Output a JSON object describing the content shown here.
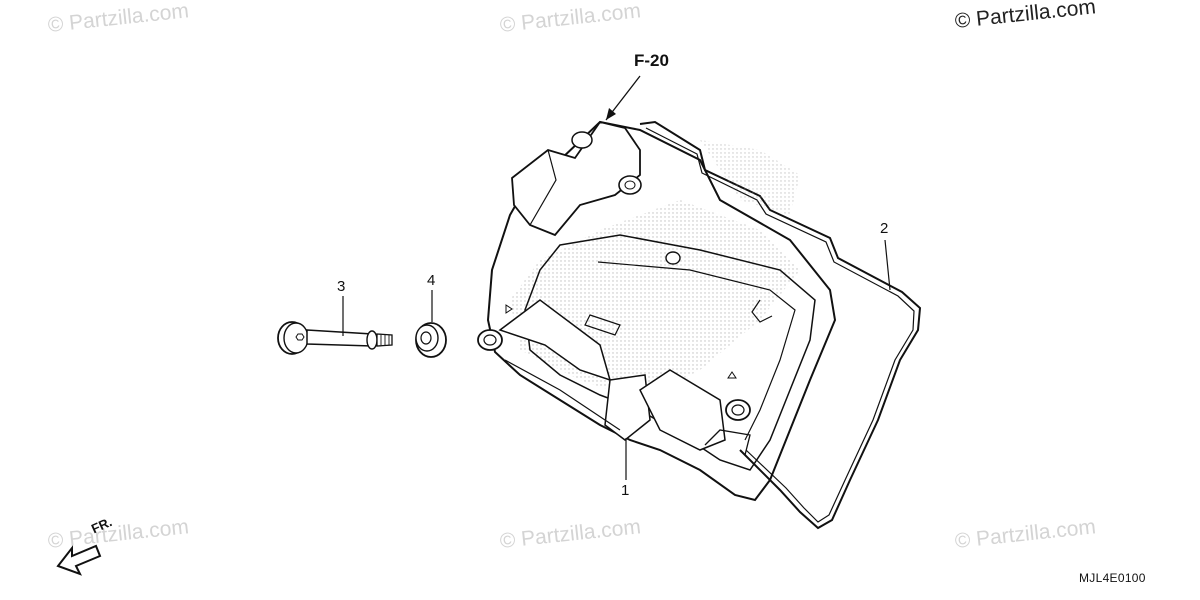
{
  "watermark": "© Partzilla.com",
  "reference_label": "F-20",
  "diagram_code": "MJL4E0100",
  "front_label": "FR.",
  "callouts": [
    {
      "id": "1",
      "label": "1"
    },
    {
      "id": "2",
      "label": "2"
    },
    {
      "id": "3",
      "label": "3"
    },
    {
      "id": "4",
      "label": "4"
    }
  ],
  "colors": {
    "line": "#111111",
    "watermark": "#d4d4d4",
    "stipple": "#9a9a9a"
  }
}
